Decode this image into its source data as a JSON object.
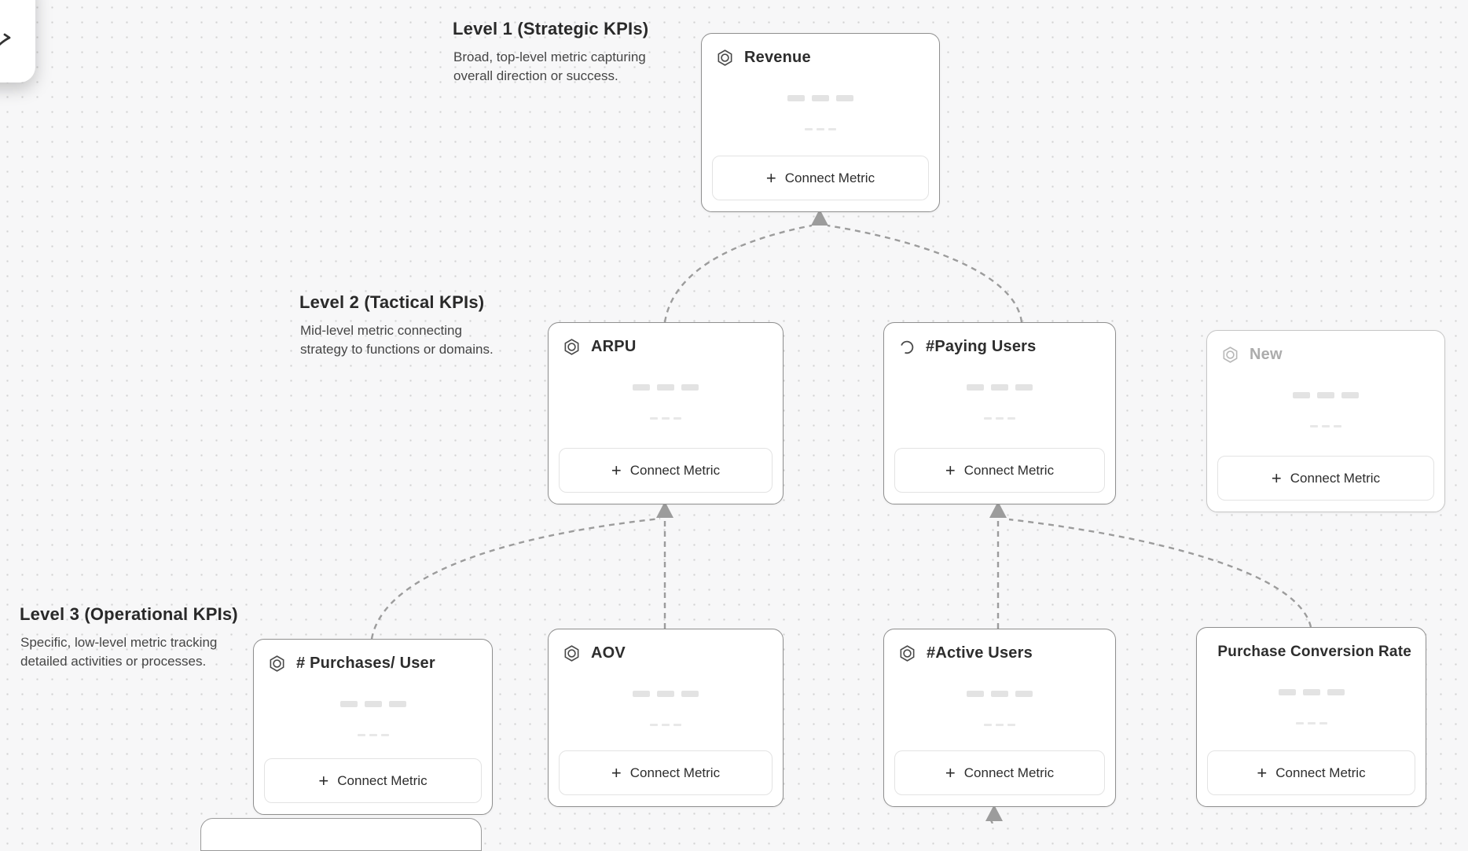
{
  "canvas": {
    "background_color": "#f7f7f8",
    "dot_color": "#d2d2d2",
    "connector_color": "#9c9c9c",
    "card_border_color": "#8f8f8f"
  },
  "corner_panel": {
    "icon": "cursor-icon"
  },
  "levels": [
    {
      "title": "Level 1 (Strategic KPIs)",
      "description": "Broad, top-level metric capturing overall direction or success."
    },
    {
      "title": "Level 2 (Tactical KPIs)",
      "description": "Mid-level metric connecting strategy to functions or domains."
    },
    {
      "title": "Level 3 (Operational KPIs)",
      "description": "Specific, low-level metric tracking detailed activities or processes."
    }
  ],
  "cards": [
    {
      "title": "Revenue",
      "icon": "hexagon-badge-icon",
      "level": 1
    },
    {
      "title": "ARPU",
      "icon": "hexagon-badge-icon",
      "level": 2
    },
    {
      "title": "#Paying Users",
      "icon": "spinner-icon",
      "level": 2
    },
    {
      "title": "New",
      "icon": "hexagon-badge-icon",
      "level": 2,
      "state": "draft"
    },
    {
      "title": "# Purchases/ User",
      "icon": "hexagon-badge-icon",
      "level": 3
    },
    {
      "title": "AOV",
      "icon": "hexagon-badge-icon",
      "level": 3
    },
    {
      "title": "#Active Users",
      "icon": "hexagon-badge-icon",
      "level": 3
    },
    {
      "title": "Purchase Conversion Rate",
      "icon": "hexagon-badge-icon",
      "level": 3
    }
  ],
  "card_button": {
    "plus": "+",
    "label": "Connect Metric"
  }
}
